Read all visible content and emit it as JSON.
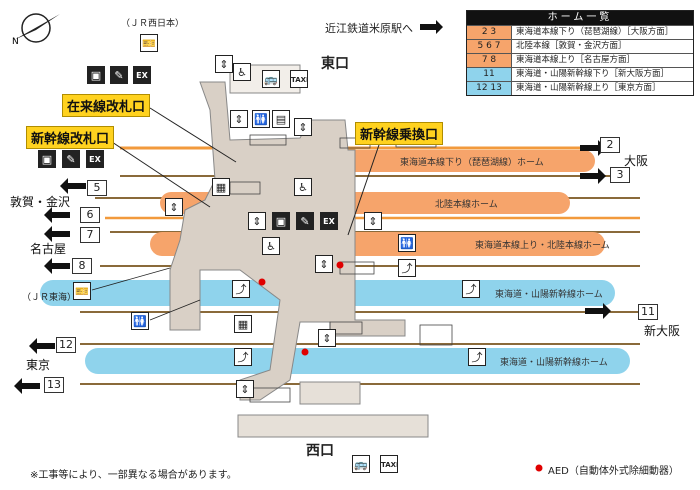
{
  "exits": {
    "east": "東口",
    "west": "西口"
  },
  "top_note_jr_west": "（ＪＲ西日本）",
  "left_note_jr_central": "（ＪＲ東海）",
  "ohmi_railway": "近江鉄道米原駅へ",
  "callouts": {
    "conventional_gate": "在来線改札口",
    "shinkansen_gate": "新幹線改札口",
    "shinkansen_transfer": "新幹線乗換口"
  },
  "destinations": {
    "tsuruga": "敦賀・金沢",
    "nagoya": "名古屋",
    "osaka": "大阪",
    "shin_osaka": "新大阪",
    "tokyo": "東京"
  },
  "platforms": [
    {
      "label": "東海道本線下り（琵琶湖線）ホーム"
    },
    {
      "label": "北陸本線ホーム"
    },
    {
      "label": "東海道本線上り・北陸本線ホーム"
    },
    {
      "label": "東海道・山陽新幹線ホーム"
    },
    {
      "label": "東海道・山陽新幹線ホーム"
    }
  ],
  "tracks": [
    "2",
    "3",
    "5",
    "6",
    "7",
    "8",
    "11",
    "12",
    "13"
  ],
  "legend": {
    "title": "ホーム一覧",
    "rows": [
      {
        "nums": "2 3",
        "desc": "東海道本線下り（琵琶湖線）［大阪方面］",
        "color": "#f6a46b"
      },
      {
        "nums": "5 6 7",
        "desc": "北陸本線［敦賀・金沢方面］",
        "color": "#f6a46b"
      },
      {
        "nums": "7 8",
        "desc": "東海道本線上り［名古屋方面］",
        "color": "#f6a46b"
      },
      {
        "nums": "11",
        "desc": "東海道・山陽新幹線下り［新大阪方面］",
        "color": "#8fd3ec"
      },
      {
        "nums": "12 13",
        "desc": "東海道・山陽新幹線上り［東京方面］",
        "color": "#8fd3ec"
      }
    ]
  },
  "footer_note": "※工事等により、一部異なる場合があります。",
  "aed_note": "AED（自動体外式除細動器）",
  "icons": {
    "ex": "EX",
    "taxi": "TAXI"
  },
  "colors": {
    "conventional_platform": "#f6a46b",
    "shinkansen_platform": "#8fd3ec",
    "concourse": "#d9d0c6",
    "track_orange": "#f29a3c",
    "track_brown": "#8a6a3a",
    "aed": "#e00000",
    "callout": "#ffd21f"
  }
}
